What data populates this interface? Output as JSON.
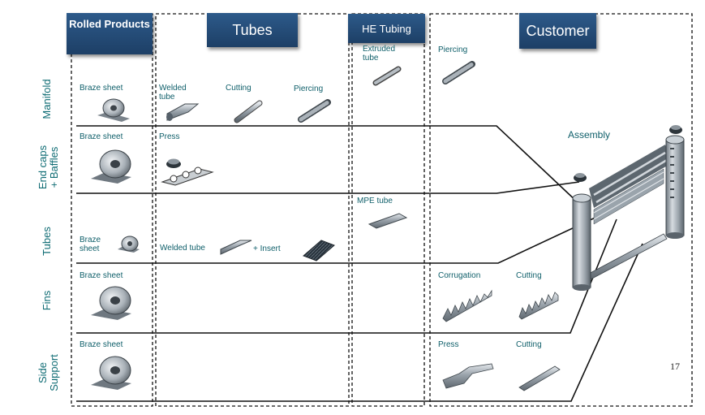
{
  "columns": {
    "rolled": "Rolled Products",
    "tubes": "Tubes",
    "he_tubing": "HE Tubing",
    "customer": "Customer"
  },
  "rows": {
    "manifold": "Manifold",
    "endcaps_1": "End caps",
    "endcaps_2": "+ Baffles",
    "tubes": "Tubes",
    "fins": "Fins",
    "side_1": "Side",
    "side_2": "Support"
  },
  "labels": {
    "manifold_braze": "Braze sheet",
    "manifold_welded_1": "Welded",
    "manifold_welded_2": "tube",
    "manifold_cutting": "Cutting",
    "manifold_piercing": "Piercing",
    "extruded_1": "Extruded",
    "extruded_2": "tube",
    "customer_piercing": "Piercing",
    "endcaps_braze": "Braze sheet",
    "endcaps_press": "Press",
    "assembly": "Assembly",
    "mpe_tube": "MPE tube",
    "tubes_braze_1": "Braze",
    "tubes_braze_2": "sheet",
    "tubes_welded": "Welded tube",
    "tubes_insert": "+ Insert",
    "fins_braze": "Braze sheet",
    "fins_corrugation": "Corrugation",
    "fins_cutting": "Cutting",
    "side_braze": "Braze sheet",
    "side_press": "Press",
    "side_cutting": "Cutting"
  },
  "page_number": "17"
}
